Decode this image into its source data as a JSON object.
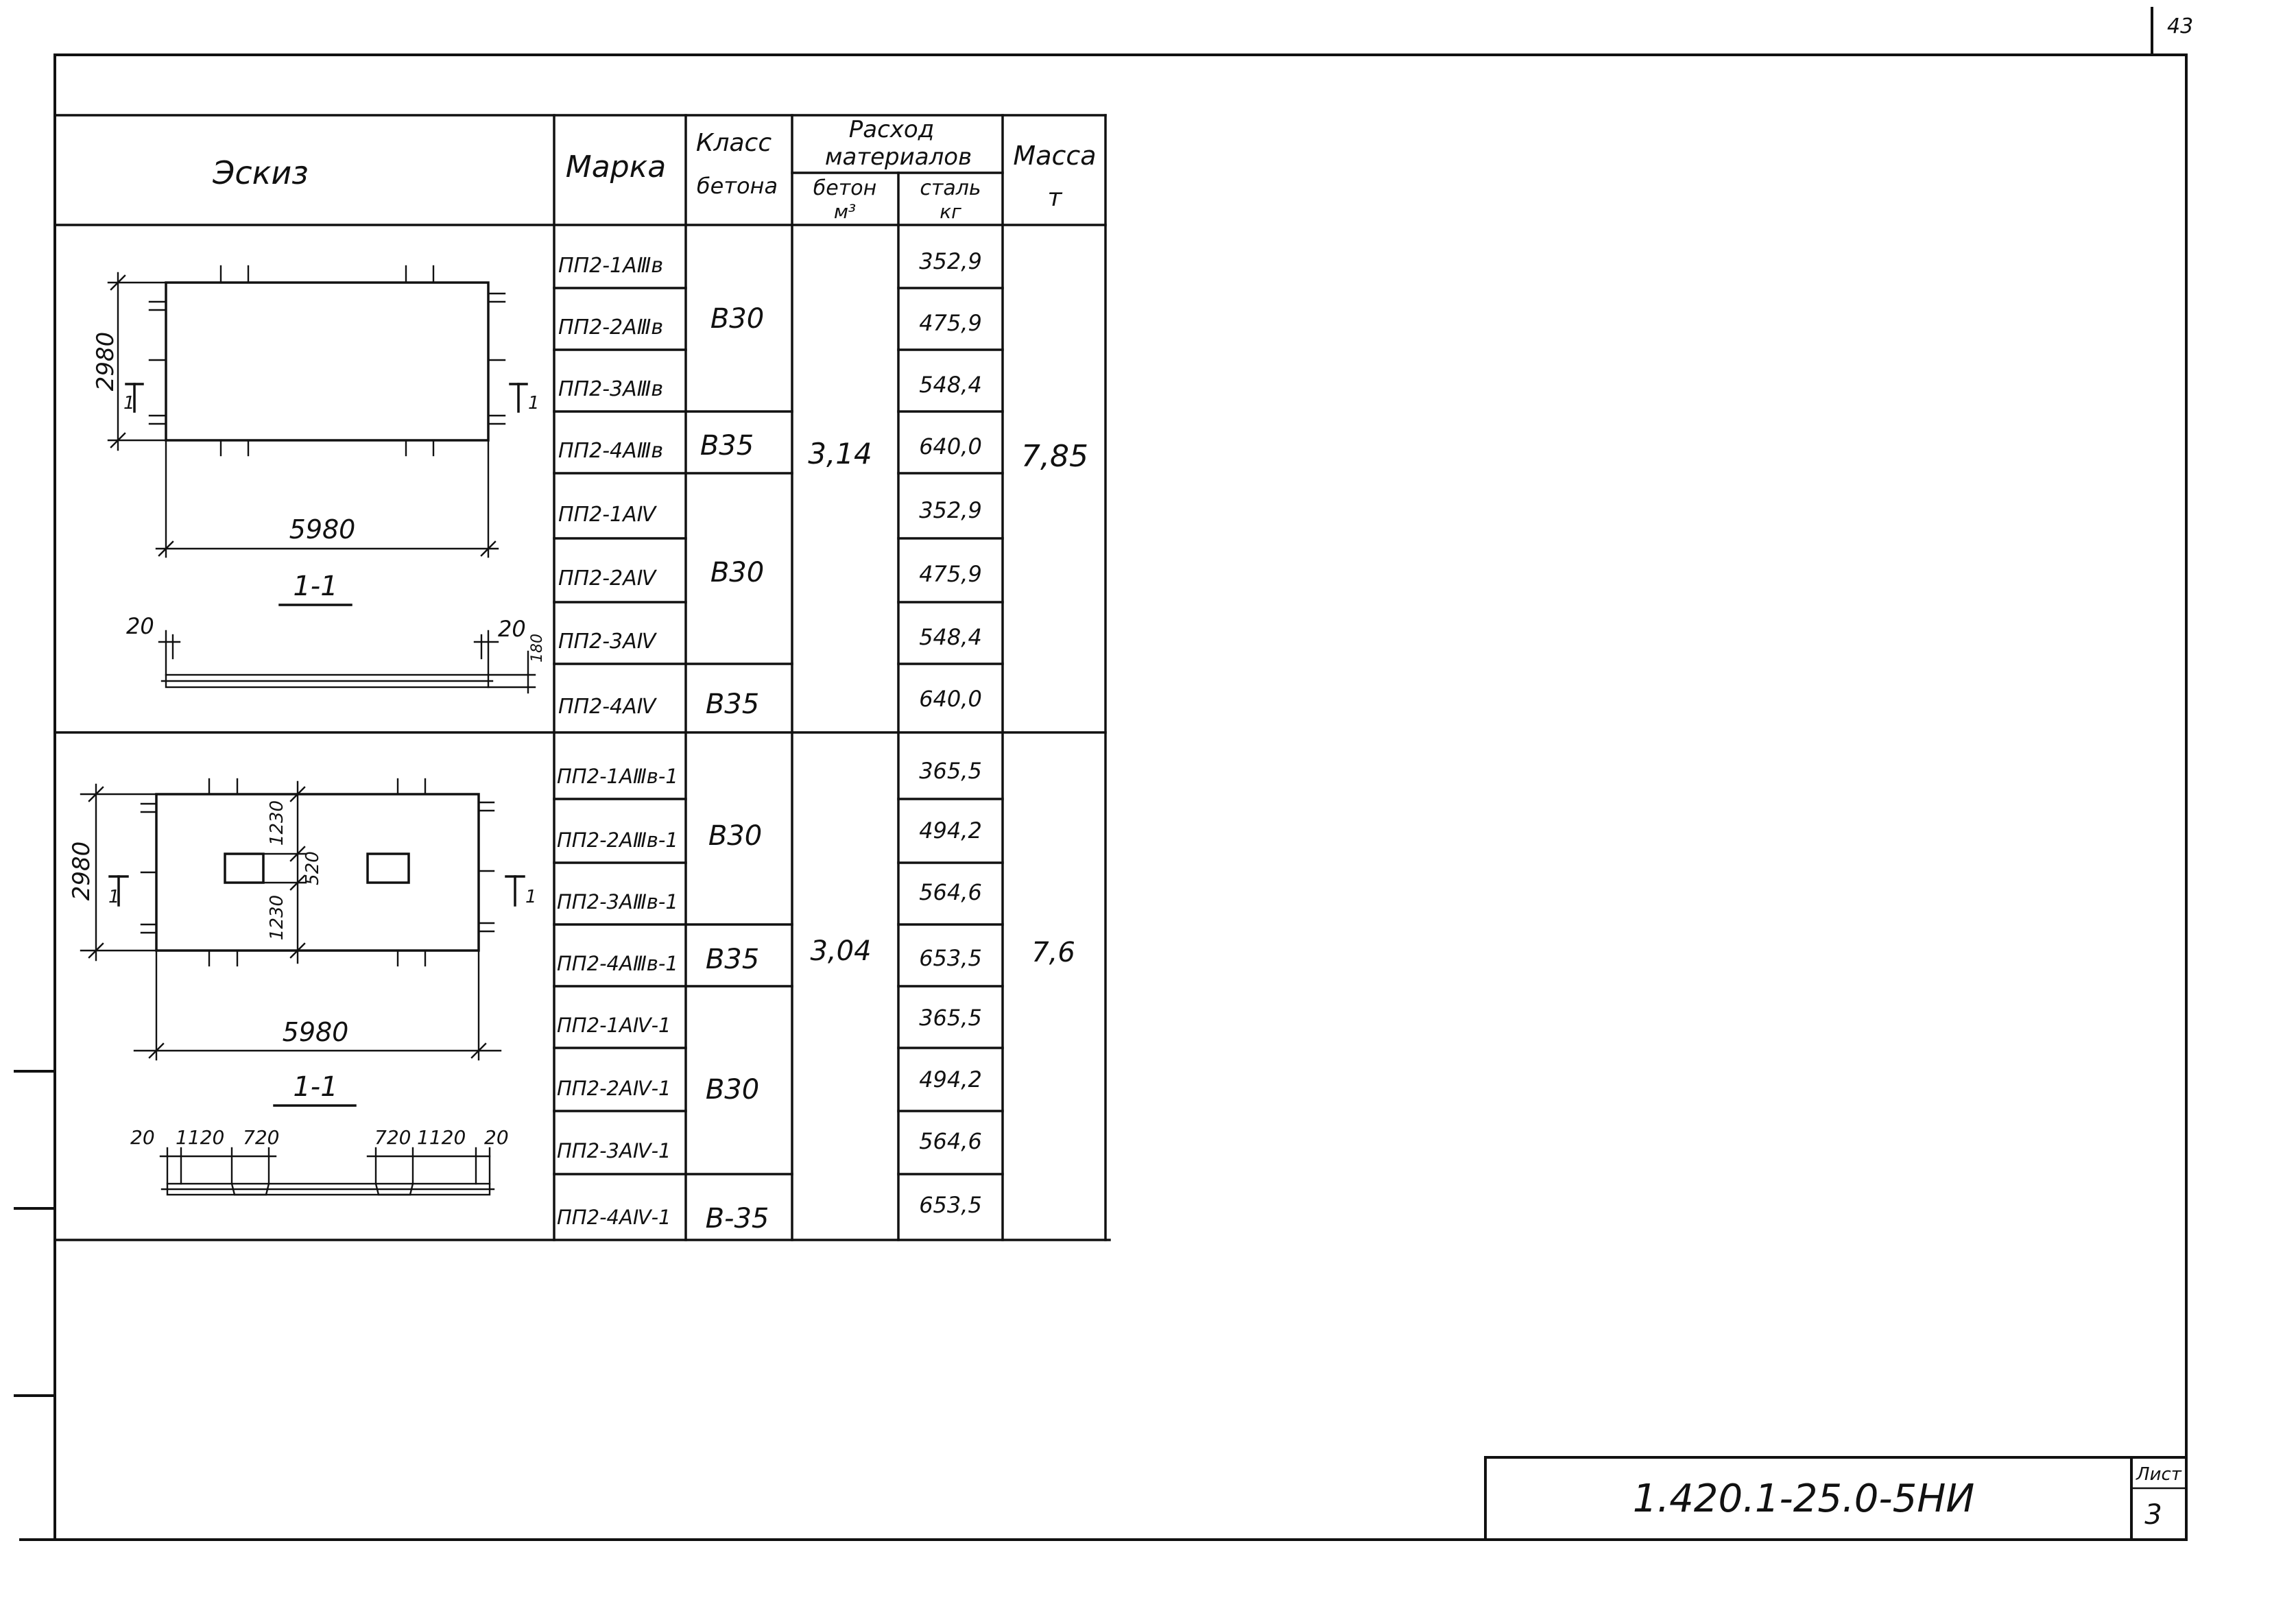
{
  "sheet_corner_number": "43",
  "table": {
    "headers": {
      "sketch": "Эскиз",
      "mark": "Марка",
      "concrete_class_line1": "Класс",
      "concrete_class_line2": "бетона",
      "consumption_line1": "Расход",
      "consumption_line2": "материалов",
      "concrete": "бетон",
      "concrete_unit": "м³",
      "steel": "сталь",
      "steel_unit": "кг",
      "mass": "Масса",
      "mass_unit": "т"
    },
    "group1": {
      "rows": [
        {
          "mark": "ПП2-1АⅢв",
          "steel": "352,9"
        },
        {
          "mark": "ПП2-2АⅢв",
          "steel": "475,9"
        },
        {
          "mark": "ПП2-3АⅢв",
          "steel": "548,4"
        },
        {
          "mark": "ПП2-4АⅢв",
          "steel": "640,0"
        },
        {
          "mark": "ПП2-1АⅣ",
          "steel": "352,9"
        },
        {
          "mark": "ПП2-2АⅣ",
          "steel": "475,9"
        },
        {
          "mark": "ПП2-3АⅣ",
          "steel": "548,4"
        },
        {
          "mark": "ПП2-4АⅣ",
          "steel": "640,0"
        }
      ],
      "classes": [
        "В30",
        "В35",
        "В30",
        "В35"
      ],
      "concrete": "3,14",
      "mass": "7,85",
      "sketch": {
        "dim_width": "2980",
        "dim_length": "5980",
        "section_mark": "1",
        "section_title": "1-1",
        "dim_edge_left": "20",
        "dim_edge_right": "20",
        "dim_thickness": "180"
      }
    },
    "group2": {
      "rows": [
        {
          "mark": "ПП2-1АⅢв-1",
          "steel": "365,5"
        },
        {
          "mark": "ПП2-2АⅢв-1",
          "steel": "494,2"
        },
        {
          "mark": "ПП2-3АⅢв-1",
          "steel": "564,6"
        },
        {
          "mark": "ПП2-4АⅢв-1",
          "steel": "653,5"
        },
        {
          "mark": "ПП2-1АⅣ-1",
          "steel": "365,5"
        },
        {
          "mark": "ПП2-2АⅣ-1",
          "steel": "494,2"
        },
        {
          "mark": "ПП2-3АⅣ-1",
          "steel": "564,6"
        },
        {
          "mark": "ПП2-4АⅣ-1",
          "steel": "653,5"
        }
      ],
      "classes": [
        "В30",
        "В35",
        "В30",
        "В-35"
      ],
      "concrete": "3,04",
      "mass": "7,6",
      "sketch": {
        "dim_width": "2980",
        "dim_length": "5980",
        "dim_hole_top": "1230",
        "dim_hole": "520",
        "dim_hole_bottom": "1230",
        "section_mark": "1",
        "section_title": "1-1",
        "dims_left": [
          "20",
          "1120",
          "720"
        ],
        "dims_right": [
          "720",
          "1120",
          "20"
        ]
      }
    }
  },
  "title_block": {
    "code": "1.420.1-25.0-5НИ",
    "sheet_label": "Лист",
    "sheet_number": "3"
  }
}
